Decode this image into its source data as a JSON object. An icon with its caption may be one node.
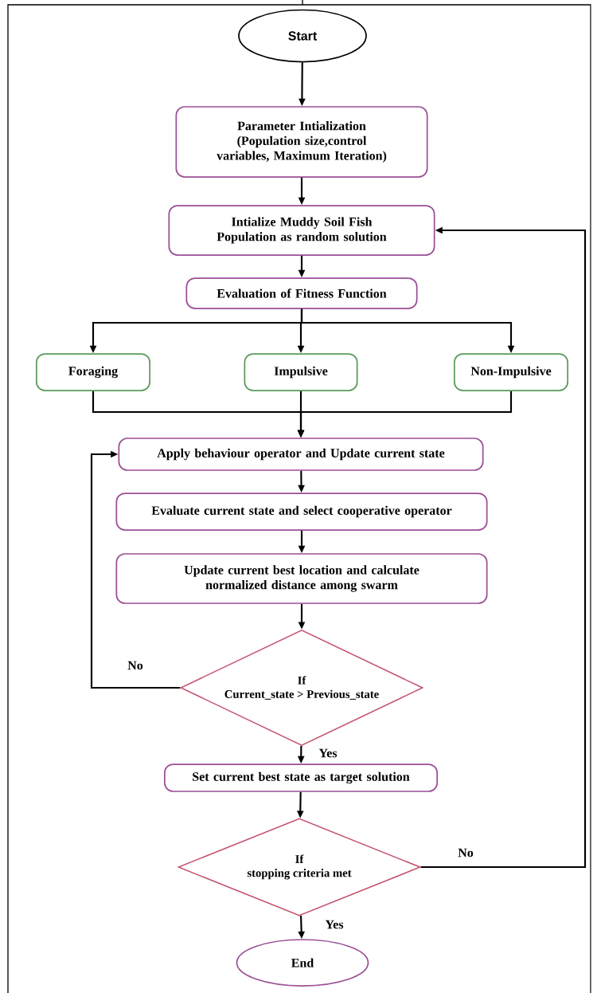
{
  "diagram": {
    "nodes": [
      {
        "text": [
          "Start"
        ]
      },
      {
        "text": [
          "Parameter Intialization",
          "(Population size,control variables, Maximum Iteration)"
        ]
      },
      {
        "text": [
          "Intialize Muddy Soil Fish Population as random solution"
        ]
      },
      {
        "text": [
          "Evaluation of  Fitness Function"
        ]
      },
      {
        "text": [
          "Foraging"
        ]
      },
      {
        "text": [
          "Impulsive"
        ]
      },
      {
        "text": [
          "Non-Impulsive"
        ]
      },
      {
        "text": [
          "Apply behaviour operator and Update current state"
        ]
      },
      {
        "text": [
          "Evaluate current state and select cooperative operator"
        ]
      },
      {
        "text": [
          "Update current best location and calculate normalized distance among swarm"
        ]
      },
      {
        "text": [
          "If",
          "Current_state > Previous_state"
        ]
      },
      {
        "text": [
          "Set current best state as target solution"
        ]
      },
      {
        "text": [
          "If",
          "stopping criteria met"
        ]
      },
      {
        "text": [
          "End"
        ]
      }
    ],
    "edges": [
      {
        "from": 0,
        "to": 1,
        "arrow": "to"
      },
      {
        "from": 1,
        "to": 2,
        "arrow": "to"
      },
      {
        "from": 2,
        "to": 3,
        "arrow": "to"
      },
      {
        "from": 3,
        "to": 4,
        "arrow": "to"
      },
      {
        "from": 3,
        "to": 5,
        "arrow": "to"
      },
      {
        "from": 3,
        "to": 6,
        "arrow": "to"
      },
      {
        "from": 4,
        "to": 7,
        "arrow": "to"
      },
      {
        "from": 5,
        "to": 7,
        "arrow": "to"
      },
      {
        "from": 6,
        "to": 7,
        "arrow": "to"
      },
      {
        "from": 7,
        "to": 8,
        "arrow": "to"
      },
      {
        "from": 8,
        "to": 9,
        "arrow": "to"
      },
      {
        "from": 9,
        "to": 10,
        "arrow": "to"
      },
      {
        "from": 10,
        "to": 7,
        "arrow": "to",
        "label": "No"
      },
      {
        "from": 10,
        "to": 11,
        "arrow": "to",
        "label": "Yes"
      },
      {
        "from": 11,
        "to": 12,
        "arrow": "to"
      },
      {
        "from": 12,
        "to": 13,
        "arrow": "to",
        "label": "Yes"
      },
      {
        "from": 12,
        "to": 2,
        "arrow": "to",
        "label": "No"
      }
    ]
  }
}
